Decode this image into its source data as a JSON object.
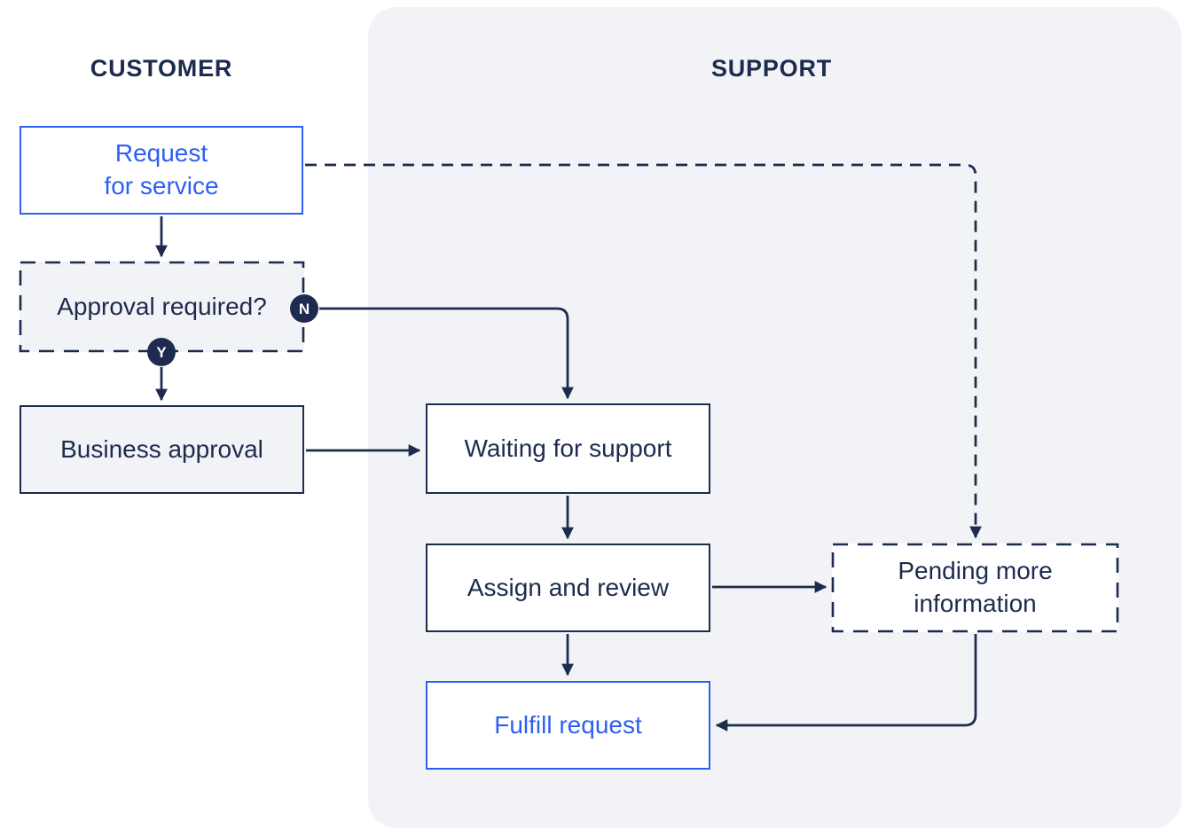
{
  "colors": {
    "navy": "#1d2b4e",
    "blue": "#2e5ff2",
    "panel_gray": "#f2f3f6",
    "white": "#ffffff"
  },
  "lanes": {
    "customer": "CUSTOMER",
    "support": "SUPPORT"
  },
  "nodes": {
    "request_for_service": {
      "label": "Request\nfor service",
      "style": "solid-blue"
    },
    "approval_required": {
      "label": "Approval required?",
      "style": "dashed-navy"
    },
    "business_approval": {
      "label": "Business approval",
      "style": "solid-navy"
    },
    "waiting_for_support": {
      "label": "Waiting for support",
      "style": "solid-navy"
    },
    "assign_and_review": {
      "label": "Assign and review",
      "style": "solid-navy"
    },
    "pending_more_information": {
      "label": "Pending more\ninformation",
      "style": "dashed-navy"
    },
    "fulfill_request": {
      "label": "Fulfill request",
      "style": "solid-blue"
    }
  },
  "badges": {
    "no": {
      "label": "N"
    },
    "yes": {
      "label": "Y"
    }
  },
  "edges": [
    {
      "from": "request_for_service",
      "to": "approval_required",
      "style": "solid"
    },
    {
      "from": "approval_required",
      "to": "business_approval",
      "style": "solid",
      "label": "Y"
    },
    {
      "from": "approval_required",
      "to": "waiting_for_support",
      "style": "solid",
      "label": "N"
    },
    {
      "from": "business_approval",
      "to": "waiting_for_support",
      "style": "solid"
    },
    {
      "from": "waiting_for_support",
      "to": "assign_and_review",
      "style": "solid"
    },
    {
      "from": "assign_and_review",
      "to": "pending_more_information",
      "style": "solid"
    },
    {
      "from": "assign_and_review",
      "to": "fulfill_request",
      "style": "solid"
    },
    {
      "from": "pending_more_information",
      "to": "fulfill_request",
      "style": "solid"
    },
    {
      "from": "request_for_service",
      "to": "pending_more_information",
      "style": "dashed"
    }
  ]
}
